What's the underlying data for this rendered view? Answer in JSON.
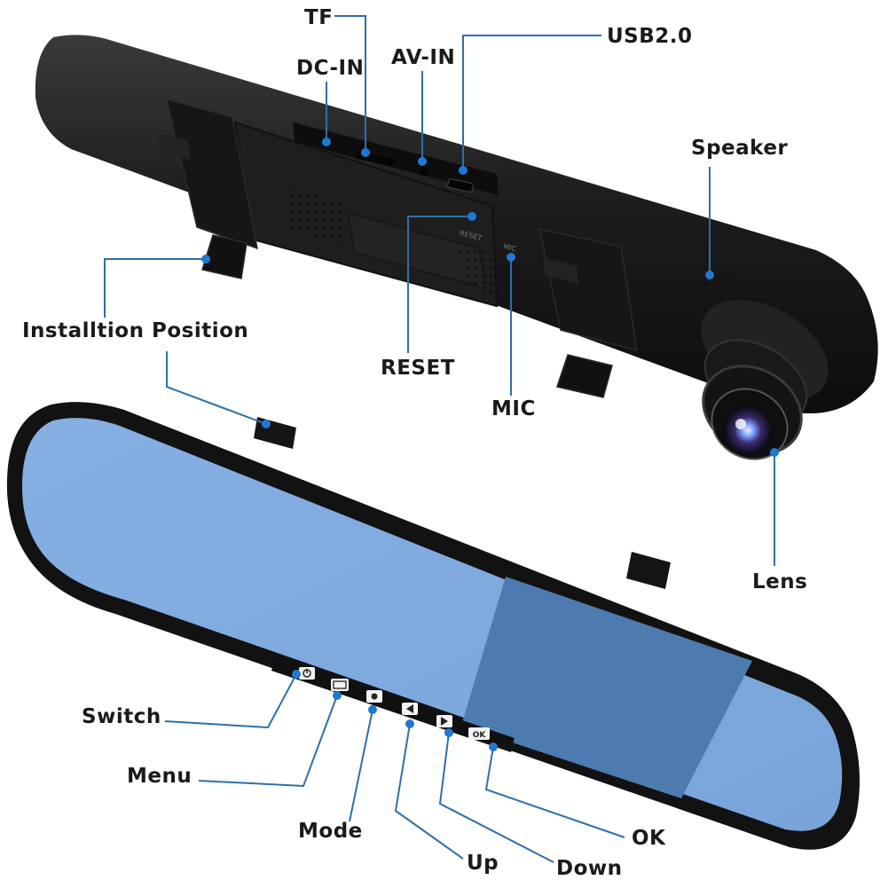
{
  "labels": {
    "tf": "TF",
    "dc_in": "DC-IN",
    "av_in": "AV-IN",
    "usb": "USB2.0",
    "speaker": "Speaker",
    "installation": "Installtion Position",
    "reset": "RESET",
    "mic": "MIC",
    "lens": "Lens",
    "switch": "Switch",
    "menu": "Menu",
    "mode": "Mode",
    "up": "Up",
    "down": "Down",
    "ok": "OK"
  },
  "device_text": {
    "reset_print": "RESET",
    "mic_print": "MIC",
    "ok_key": "OK"
  },
  "colors": {
    "body": "#1b1b1b",
    "mirror": "#7ea9de",
    "screen": "#4d7bb0",
    "leader": "#2f6fa8",
    "dot": "#1f78d1"
  }
}
